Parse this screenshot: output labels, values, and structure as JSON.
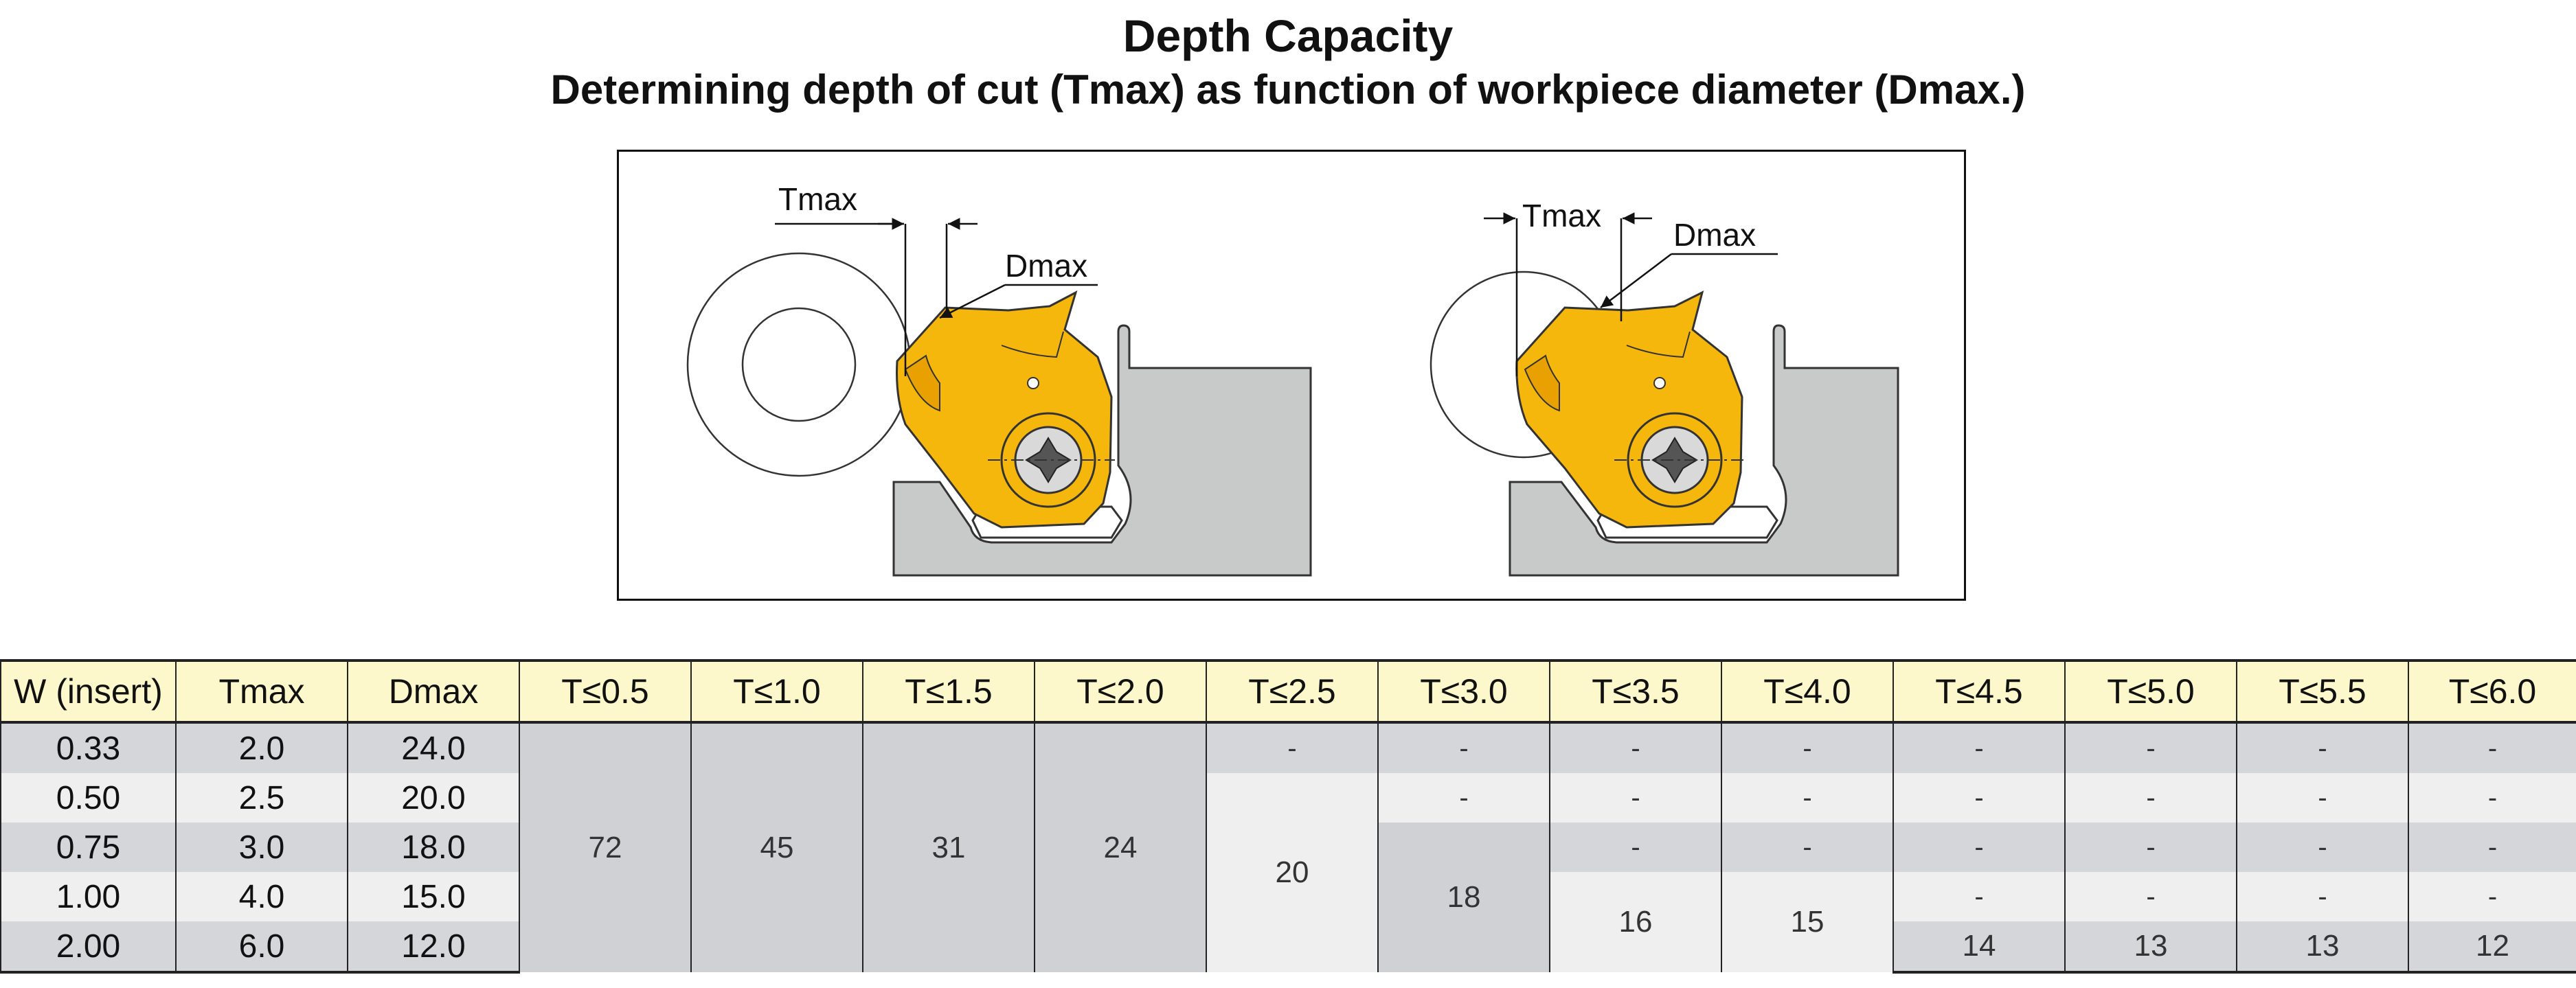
{
  "title": "Depth Capacity",
  "subtitle": "Determining depth of cut (Tmax) as function of workpiece diameter (Dmax.)",
  "figure": {
    "left": {
      "tmax_label": "Tmax",
      "dmax_label": "Dmax"
    },
    "right": {
      "tmax_label": "Tmax",
      "dmax_label": "Dmax"
    }
  },
  "table": {
    "headers": [
      "W (insert)",
      "Tmax",
      "Dmax",
      "T≤0.5",
      "T≤1.0",
      "T≤1.5",
      "T≤2.0",
      "T≤2.5",
      "T≤3.0",
      "T≤3.5",
      "T≤4.0",
      "T≤4.5",
      "T≤5.0",
      "T≤5.5",
      "T≤6.0"
    ],
    "rows": [
      {
        "w": "0.33",
        "tmax": "2.0",
        "dmax": "24.0"
      },
      {
        "w": "0.50",
        "tmax": "2.5",
        "dmax": "20.0"
      },
      {
        "w": "0.75",
        "tmax": "3.0",
        "dmax": "18.0"
      },
      {
        "w": "1.00",
        "tmax": "4.0",
        "dmax": "15.0"
      },
      {
        "w": "2.00",
        "tmax": "6.0",
        "dmax": "12.0"
      }
    ],
    "merged": {
      "t05": "72",
      "t10": "45",
      "t15": "31",
      "t20": "24",
      "t25": "20",
      "t30": "18",
      "t35": "16",
      "t40": "15",
      "t45": "14",
      "t50": "13",
      "t55": "13",
      "t60": "12"
    },
    "dash": "-"
  }
}
